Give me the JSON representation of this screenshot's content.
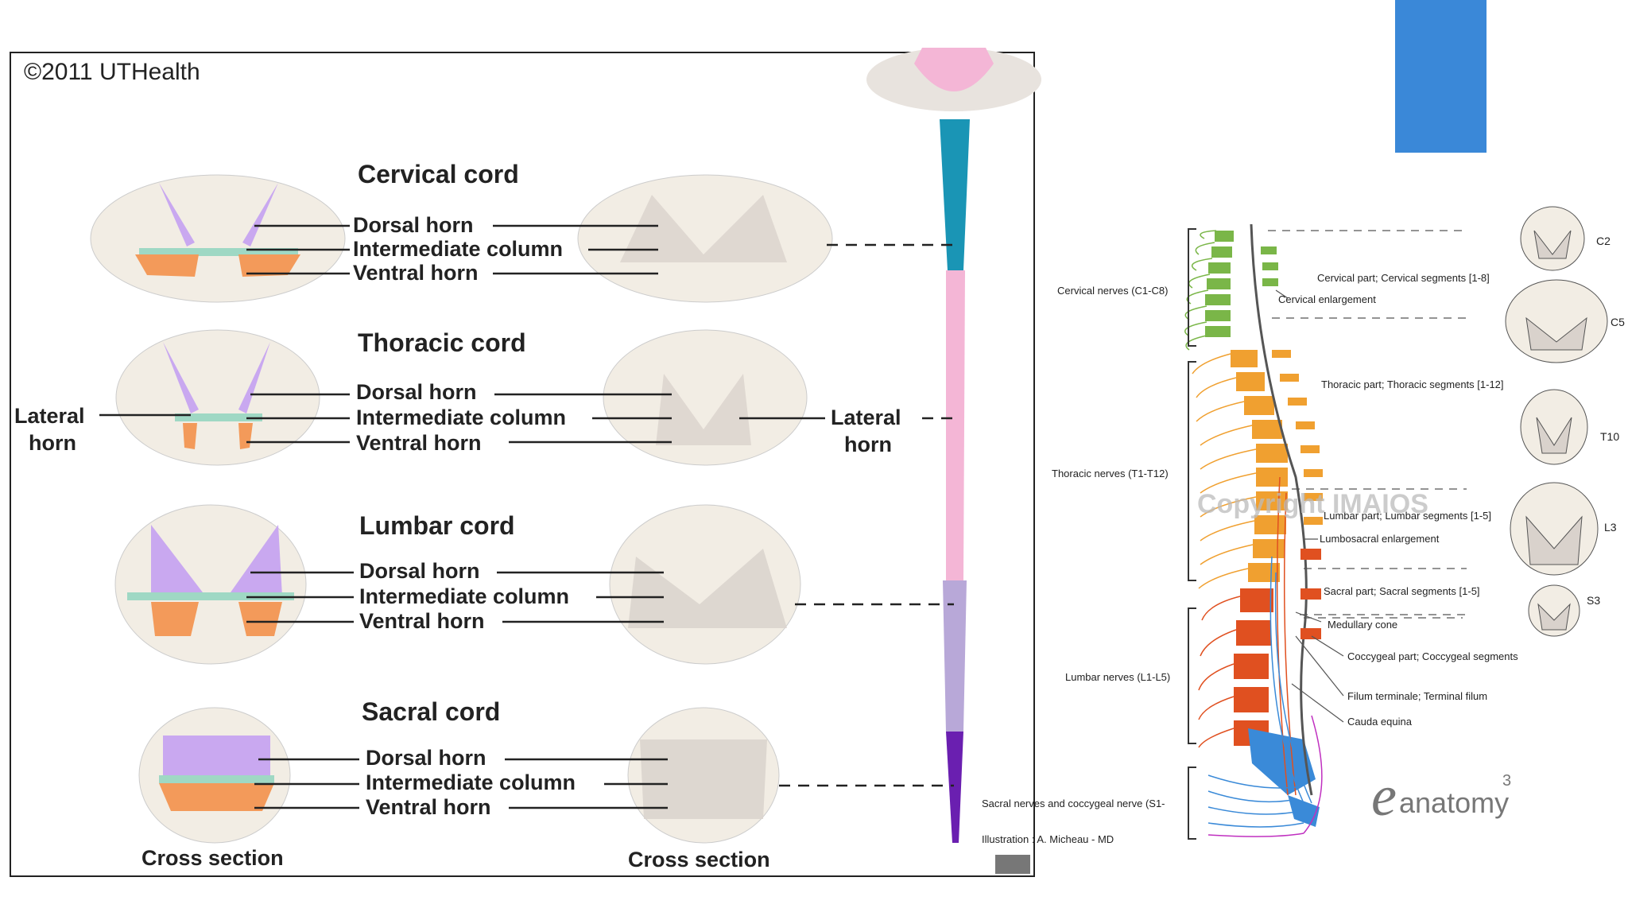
{
  "copyright": "©2011 UTHealth",
  "left_figure": {
    "sections": [
      {
        "title": "Cervical cord",
        "dorsal": "Dorsal horn",
        "intermediate": "Intermediate column",
        "ventral": "Ventral horn"
      },
      {
        "title": "Thoracic cord",
        "dorsal": "Dorsal horn",
        "intermediate": "Intermediate column",
        "ventral": "Ventral horn"
      },
      {
        "title": "Lumbar cord",
        "dorsal": "Dorsal horn",
        "intermediate": "Intermediate column",
        "ventral": "Ventral horn"
      },
      {
        "title": "Sacral cord",
        "dorsal": "Dorsal horn",
        "intermediate": "Intermediate column",
        "ventral": "Ventral horn"
      }
    ],
    "lateral_left": [
      "Lateral",
      "horn"
    ],
    "lateral_right": [
      "Lateral",
      "horn"
    ],
    "footer_left": "Cross section",
    "footer_right": "Cross section",
    "colors": {
      "dorsal": "#c9a8f0",
      "intermediate": "#9fd8c4",
      "ventral": "#f39a5a",
      "cord_fill": "#f2ede4",
      "grey_matter": "#d9d2cc"
    }
  },
  "right_figure": {
    "nerve_groups": [
      "Cervical nerves (C1-C8)",
      "Thoracic nerves (T1-T12)",
      "Lumbar nerves (L1-L5)",
      "Sacral nerves and coccygeal nerve (S1-"
    ],
    "parts": [
      "Cervical part; Cervical segments [1-8]",
      "Cervical enlargement",
      "Thoracic part; Thoracic segments [1-12]",
      "Lumbar part; Lumbar segments [1-5]",
      "Lumbosacral enlargement",
      "Sacral part; Sacral segments [1-5]",
      "Medullary cone",
      "Coccygeal part; Coccygeal segments",
      "Filum terminale; Terminal filum",
      "Cauda equina"
    ],
    "segment_labels": [
      "C2",
      "C5",
      "T10",
      "L3",
      "S3"
    ],
    "illustration_credit": "Illustration : A. Micheau - MD",
    "watermark": "Copyright IMAIOS",
    "logo_text": "anatomy",
    "logo_sup": "3",
    "colors": {
      "cervical": "#7ab648",
      "thoracic": "#f0a030",
      "lumbar": "#e05020",
      "sacral": "#3a8ad8",
      "coccygeal": "#c030c0"
    }
  },
  "blue_rectangle_color": "#3a88d8"
}
